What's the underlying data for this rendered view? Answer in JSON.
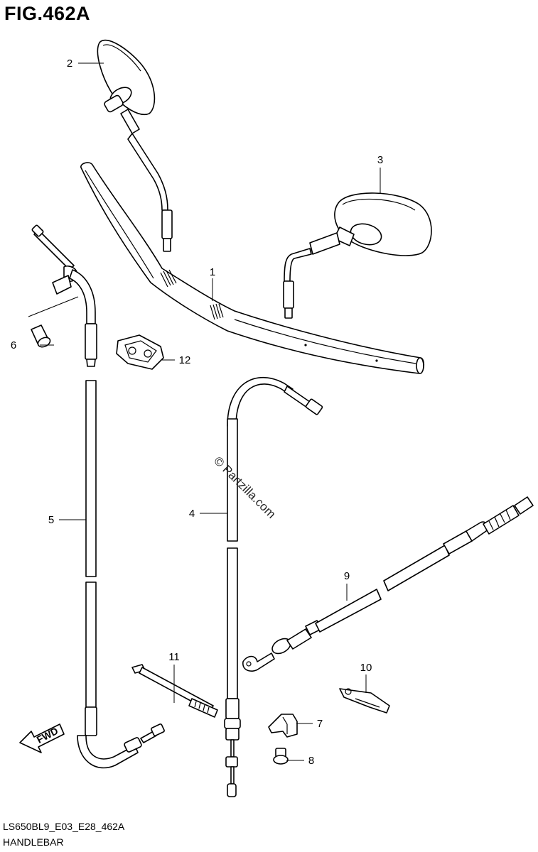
{
  "figure": {
    "title": "FIG.462A",
    "model_code": "LS650BL9_E03_E28_462A",
    "section": "HANDLEBAR",
    "watermark": "© Partzilla.com",
    "fwd_label": "FWD"
  },
  "callouts": [
    "1",
    "2",
    "3",
    "4",
    "5",
    "6",
    "7",
    "8",
    "9",
    "10",
    "11",
    "12"
  ],
  "parts": [
    {
      "ref": "1",
      "icon": "handlebar-icon"
    },
    {
      "ref": "2",
      "icon": "mirror-left-icon"
    },
    {
      "ref": "3",
      "icon": "mirror-right-icon"
    },
    {
      "ref": "4",
      "icon": "cable-icon"
    },
    {
      "ref": "5",
      "icon": "cable-icon"
    },
    {
      "ref": "6",
      "icon": "bolt-icon"
    },
    {
      "ref": "7",
      "icon": "clamp-icon"
    },
    {
      "ref": "8",
      "icon": "bolt-icon"
    },
    {
      "ref": "9",
      "icon": "clutch-cable-icon"
    },
    {
      "ref": "10",
      "icon": "bracket-icon"
    },
    {
      "ref": "11",
      "icon": "cable-tie-icon"
    },
    {
      "ref": "12",
      "icon": "clamp-icon"
    }
  ]
}
